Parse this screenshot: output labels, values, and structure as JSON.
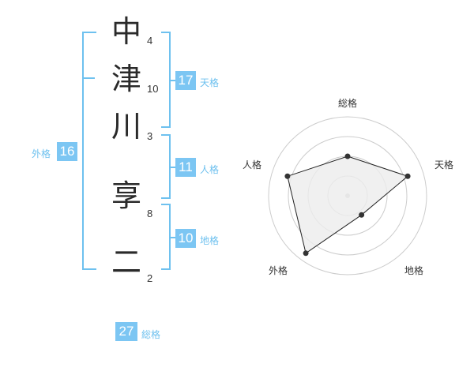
{
  "name": {
    "characters": [
      {
        "char": "中",
        "strokes": "4"
      },
      {
        "char": "津",
        "strokes": "10"
      },
      {
        "char": "川",
        "strokes": "3"
      },
      {
        "char": "享",
        "strokes": "8"
      },
      {
        "char": "二",
        "strokes": "2"
      }
    ]
  },
  "fortune": {
    "tenkaku": {
      "value": "17",
      "label": "天格"
    },
    "jinkaku": {
      "value": "11",
      "label": "人格"
    },
    "chikaku": {
      "value": "10",
      "label": "地格"
    },
    "gaikaku": {
      "value": "16",
      "label": "外格"
    },
    "soukaku": {
      "value": "27",
      "label": "総格"
    }
  },
  "chart_data": {
    "type": "radar",
    "axes": [
      "総格",
      "天格",
      "地格",
      "外格",
      "人格"
    ],
    "values": [
      0.5,
      0.8,
      0.3,
      0.9,
      0.8
    ],
    "max": 1,
    "rings": 4,
    "colors": {
      "fill": "#ececec",
      "line": "#222222",
      "point": "#333333",
      "grid": "#cccccc"
    }
  },
  "colors": {
    "accent": "#7cc6f3",
    "bracket": "#6ec1ef"
  }
}
